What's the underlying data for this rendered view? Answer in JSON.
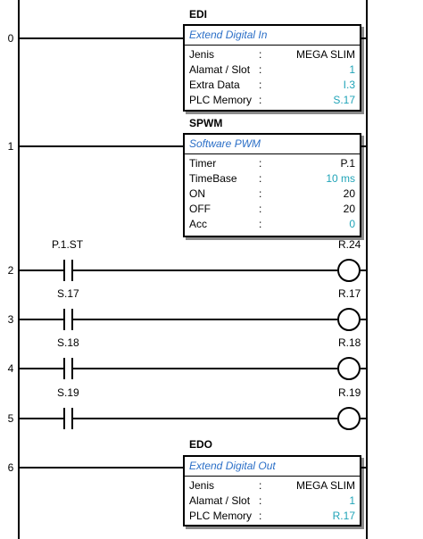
{
  "rungs": [
    {
      "number": "0",
      "instruction": "EDI",
      "block_title": "Extend Digital In",
      "rows": [
        {
          "label": "Jenis",
          "sep": ":",
          "value": "MEGA SLIM",
          "accent": false
        },
        {
          "label": "Alamat / Slot",
          "sep": ":",
          "value": "1",
          "accent": true
        },
        {
          "label": "Extra Data",
          "sep": ":",
          "value": "I.3",
          "accent": true
        },
        {
          "label": "PLC Memory",
          "sep": ":",
          "value": "S.17",
          "accent": true
        }
      ]
    },
    {
      "number": "1",
      "instruction": "SPWM",
      "block_title": "Software PWM",
      "rows": [
        {
          "label": "Timer",
          "sep": ":",
          "value": "P.1",
          "accent": false
        },
        {
          "label": "TimeBase",
          "sep": ":",
          "value": "10 ms",
          "accent": true
        },
        {
          "label": "ON",
          "sep": ":",
          "value": "20",
          "accent": false
        },
        {
          "label": "OFF",
          "sep": ":",
          "value": "20",
          "accent": false
        },
        {
          "label": "Acc",
          "sep": ":",
          "value": "0",
          "accent": true
        }
      ]
    },
    {
      "number": "2",
      "contact": "P.1.ST",
      "coil": "R.24"
    },
    {
      "number": "3",
      "contact": "S.17",
      "coil": "R.17"
    },
    {
      "number": "4",
      "contact": "S.18",
      "coil": "R.18"
    },
    {
      "number": "5",
      "contact": "S.19",
      "coil": "R.19"
    },
    {
      "number": "6",
      "instruction": "EDO",
      "block_title": "Extend Digital Out",
      "rows": [
        {
          "label": "Jenis",
          "sep": ":",
          "value": "MEGA SLIM",
          "accent": false
        },
        {
          "label": "Alamat / Slot",
          "sep": ":",
          "value": "1",
          "accent": true
        },
        {
          "label": "PLC Memory",
          "sep": ":",
          "value": "R.17",
          "accent": true
        }
      ]
    }
  ],
  "colors": {
    "block_title": "#2b6fc7",
    "accent_value": "#20a4b8",
    "line": "#000000"
  }
}
